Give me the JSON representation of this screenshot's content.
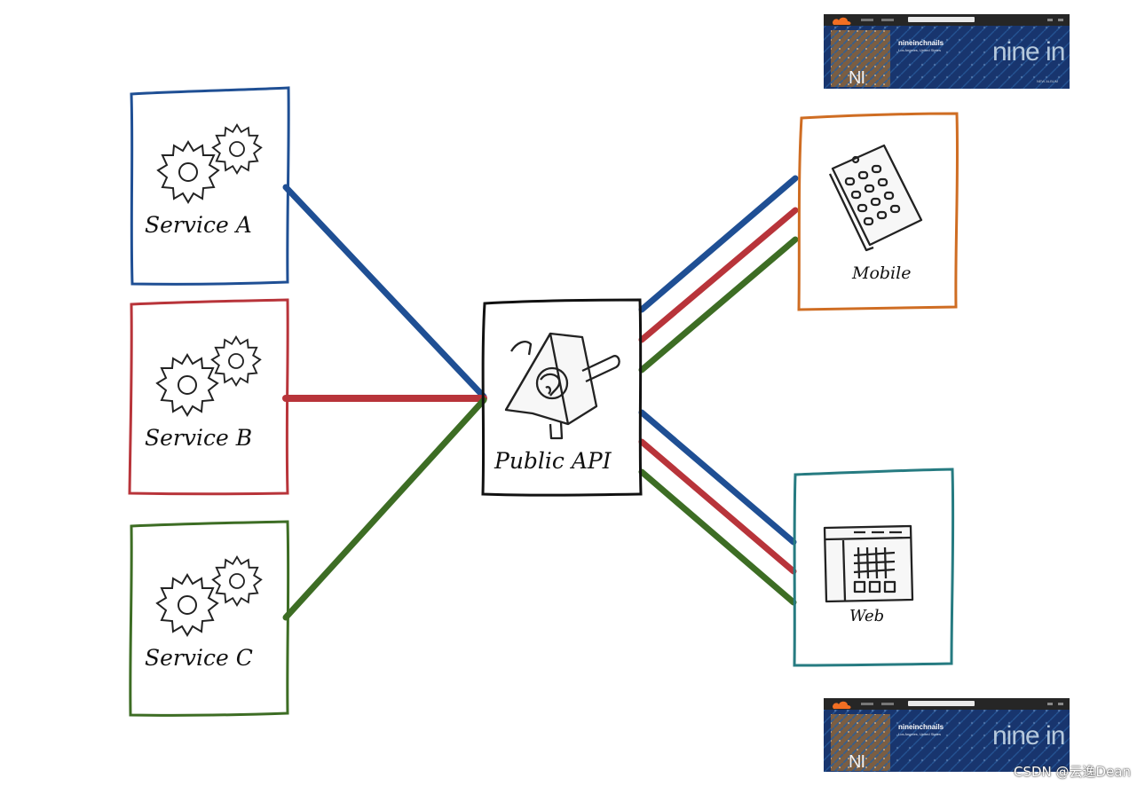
{
  "services": [
    {
      "id": "service-a",
      "label": "Service A",
      "color": "#1f4f94"
    },
    {
      "id": "service-b",
      "label": "Service B",
      "color": "#b8343a"
    },
    {
      "id": "service-c",
      "label": "Service C",
      "color": "#3d6d24"
    }
  ],
  "hub": {
    "label": "Public API",
    "color": "#111111"
  },
  "clients": [
    {
      "id": "mobile",
      "label": "Mobile",
      "color": "#cf6d23"
    },
    {
      "id": "web",
      "label": "Web",
      "color": "#267b81"
    }
  ],
  "screenshot": {
    "artist": "nineinchnails",
    "location": "Los Angeles, United States",
    "banner_text": "nine in",
    "logo_text": "NI",
    "footer_text": "NEW ALBUM"
  },
  "watermark": "CSDN @云逸Dean"
}
